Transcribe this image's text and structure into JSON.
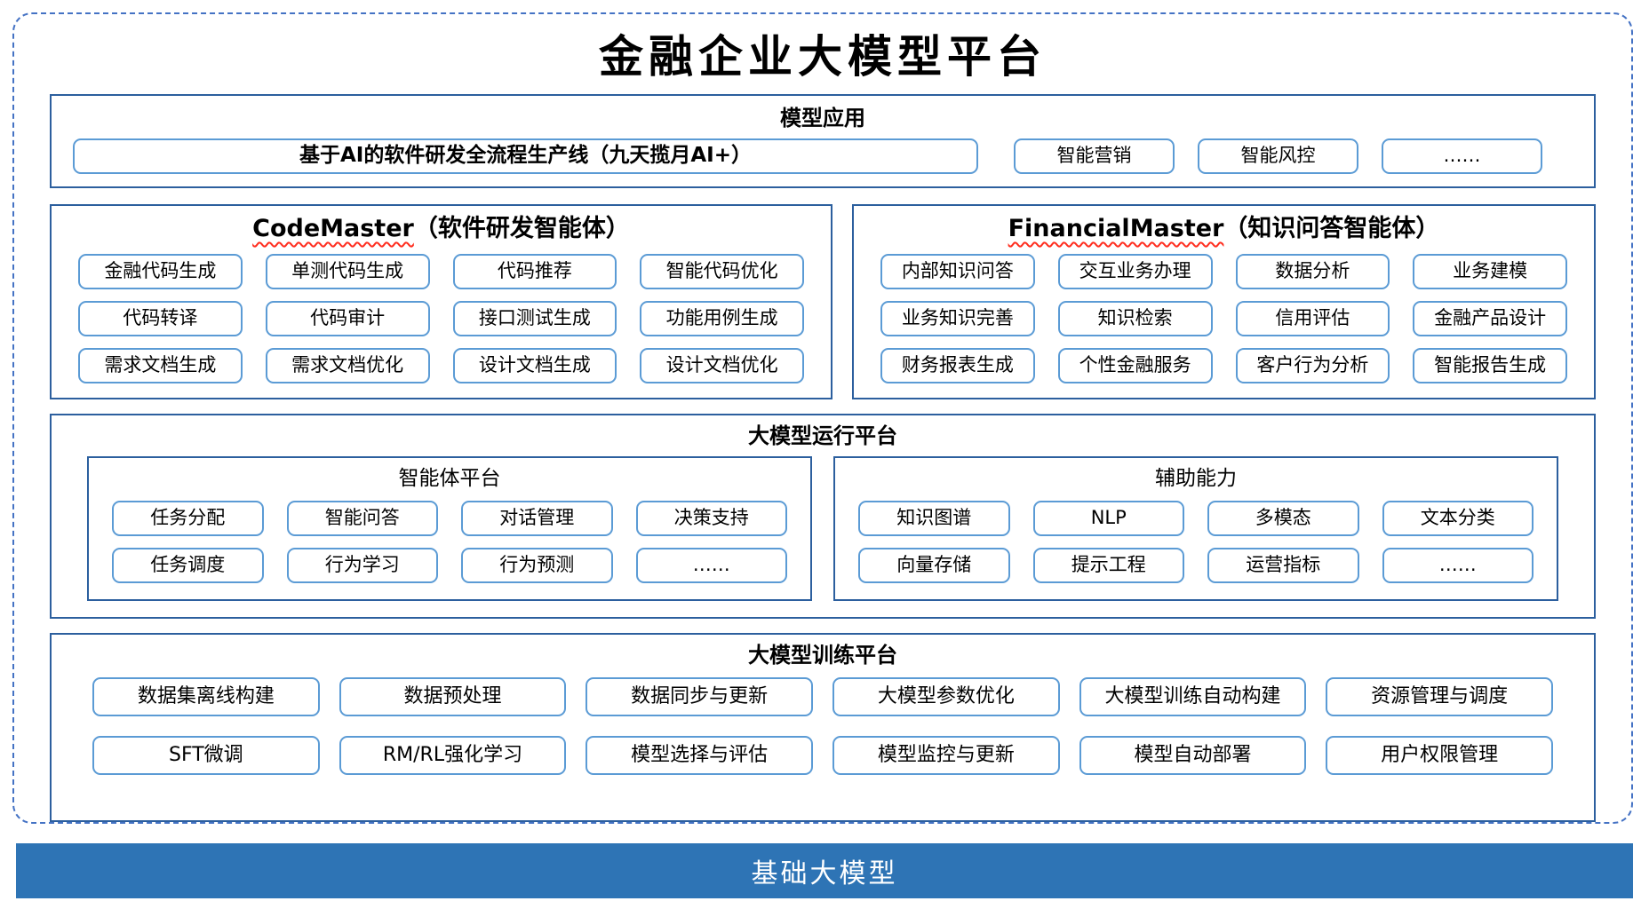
{
  "page": {
    "title": "金融企业大模型平台",
    "footer": "基础大模型"
  },
  "colors": {
    "dashed_border": "#4472C4",
    "section_border": "#2c5f9e",
    "button_border": "#5B9BD5",
    "footer_bar": "#2E74B5",
    "wavy_underline": "#ff2d1e"
  },
  "app_section": {
    "title": "模型应用",
    "wide_button": "基于AI的软件研发全流程生产线（九天揽月AI+）",
    "buttons": [
      "智能营销",
      "智能风控",
      "……"
    ]
  },
  "agents": [
    {
      "name": "CodeMaster",
      "suffix": "（软件研发智能体）",
      "rows": [
        [
          "金融代码生成",
          "单测代码生成",
          "代码推荐",
          "智能代码优化"
        ],
        [
          "代码转译",
          "代码审计",
          "接口测试生成",
          "功能用例生成"
        ],
        [
          "需求文档生成",
          "需求文档优化",
          "设计文档生成",
          "设计文档优化"
        ]
      ]
    },
    {
      "name": "FinancialMaster",
      "suffix": "（知识问答智能体）",
      "rows": [
        [
          "内部知识问答",
          "交互业务办理",
          "数据分析",
          "业务建模"
        ],
        [
          "业务知识完善",
          "知识检索",
          "信用评估",
          "金融产品设计"
        ],
        [
          "财务报表生成",
          "个性金融服务",
          "客户行为分析",
          "智能报告生成"
        ]
      ]
    }
  ],
  "runtime_section": {
    "title": "大模型运行平台",
    "groups": [
      {
        "title": "智能体平台",
        "rows": [
          [
            "任务分配",
            "智能问答",
            "对话管理",
            "决策支持"
          ],
          [
            "任务调度",
            "行为学习",
            "行为预测",
            "……"
          ]
        ]
      },
      {
        "title": "辅助能力",
        "rows": [
          [
            "知识图谱",
            "NLP",
            "多模态",
            "文本分类"
          ],
          [
            "向量存储",
            "提示工程",
            "运营指标",
            "……"
          ]
        ]
      }
    ]
  },
  "training_section": {
    "title": "大模型训练平台",
    "rows": [
      [
        "数据集离线构建",
        "数据预处理",
        "数据同步与更新",
        "大模型参数优化",
        "大模型训练自动构建",
        "资源管理与调度"
      ],
      [
        "SFT微调",
        "RM/RL强化学习",
        "模型选择与评估",
        "模型监控与更新",
        "模型自动部署",
        "用户权限管理"
      ]
    ]
  }
}
